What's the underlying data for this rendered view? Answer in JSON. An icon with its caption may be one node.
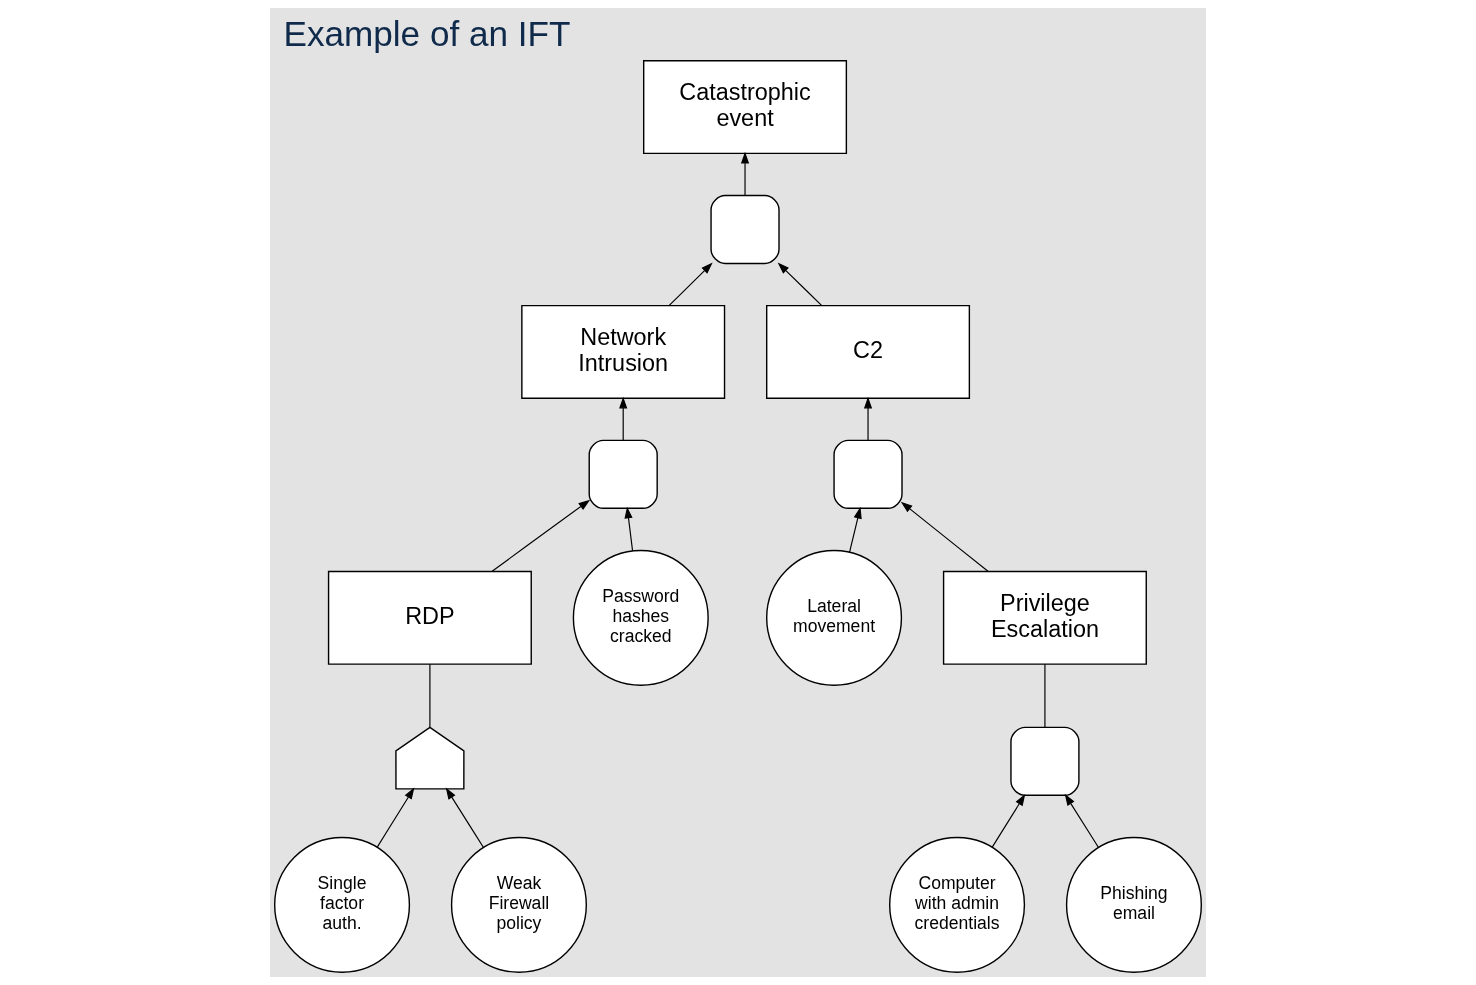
{
  "diagram": {
    "title": "Example of an IFT",
    "nodes": [
      {
        "text": [
          "Catastrophic event"
        ]
      },
      {
        "text": [],
        "shape": "and-gate"
      },
      {
        "text": [
          "Network Intrusion"
        ]
      },
      {
        "text": [
          "C2"
        ]
      },
      {
        "text": [],
        "shape": "and-gate"
      },
      {
        "text": [],
        "shape": "and-gate"
      },
      {
        "text": [
          "RDP"
        ]
      },
      {
        "text": [
          "Password hashes cracked"
        ]
      },
      {
        "text": [
          "Lateral movement"
        ]
      },
      {
        "text": [
          "Privilege Escalation"
        ]
      },
      {
        "text": [],
        "shape": "or-gate"
      },
      {
        "text": [],
        "shape": "and-gate"
      },
      {
        "text": [
          "Single factor auth."
        ]
      },
      {
        "text": [
          "Weak Firewall policy"
        ]
      },
      {
        "text": [
          "Computer with admin credentials"
        ]
      },
      {
        "text": [
          "Phishing email"
        ]
      }
    ],
    "edges": [
      {
        "from": 1,
        "to": 0,
        "arrow": "to"
      },
      {
        "from": 2,
        "to": 1,
        "arrow": "to"
      },
      {
        "from": 3,
        "to": 1,
        "arrow": "to"
      },
      {
        "from": 4,
        "to": 2,
        "arrow": "to"
      },
      {
        "from": 5,
        "to": 3,
        "arrow": "to"
      },
      {
        "from": 6,
        "to": 4,
        "arrow": "to"
      },
      {
        "from": 7,
        "to": 4,
        "arrow": "to"
      },
      {
        "from": 8,
        "to": 5,
        "arrow": "to"
      },
      {
        "from": 9,
        "to": 5,
        "arrow": "to"
      },
      {
        "from": 10,
        "to": 6,
        "arrow": "none"
      },
      {
        "from": 11,
        "to": 9,
        "arrow": "none"
      },
      {
        "from": 12,
        "to": 10,
        "arrow": "to"
      },
      {
        "from": 13,
        "to": 10,
        "arrow": "to"
      },
      {
        "from": 14,
        "to": 11,
        "arrow": "to"
      },
      {
        "from": 15,
        "to": 11,
        "arrow": "to"
      }
    ]
  }
}
